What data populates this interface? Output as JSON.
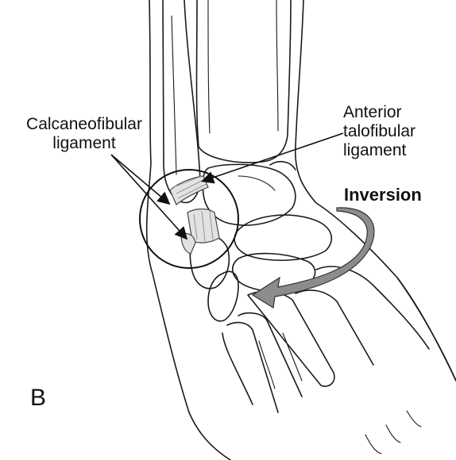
{
  "figure": {
    "panel_label": "B",
    "labels": {
      "calcaneofibular": "Calcaneofibular\nligament",
      "anterior_talofibular": "Anterior\ntalofibular\nligament",
      "inversion": "Inversion"
    },
    "colors": {
      "line": "#1a1a1a",
      "ligament_fill": "#e2e2e2",
      "arrow_fill": "#8c8c8c"
    }
  }
}
